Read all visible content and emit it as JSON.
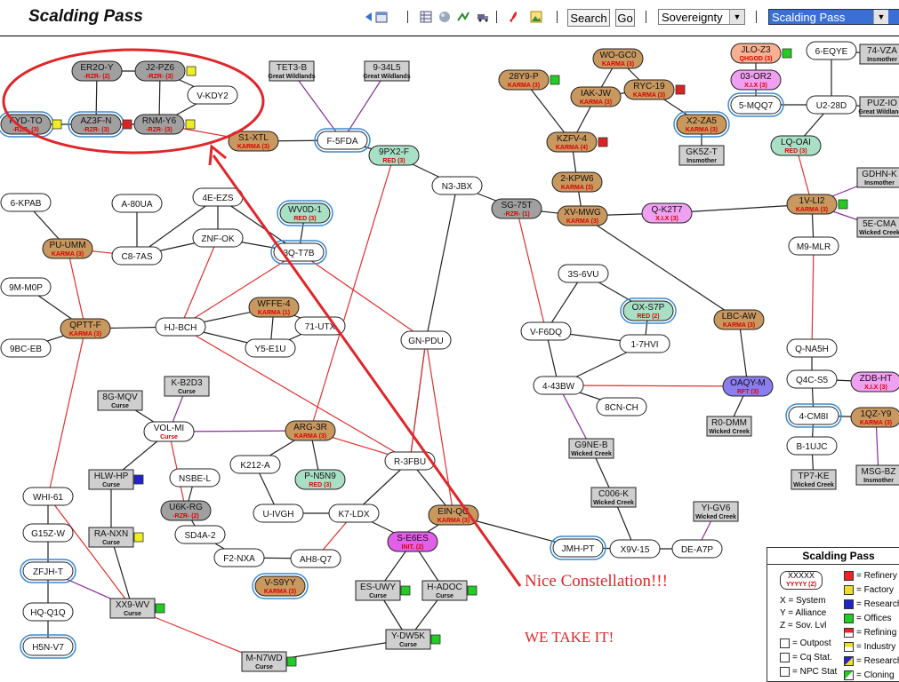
{
  "toolbar": {
    "title": "Scalding Pass",
    "search_label": "Search",
    "go_label": "Go",
    "filter_select": "Sovereignty",
    "region_select": "Scalding Pass",
    "icons": [
      "back-arrow-icon",
      "calendar-icon",
      "table-icon",
      "globe-icon",
      "route-icon",
      "truck-icon",
      "pdf-icon",
      "image-icon"
    ]
  },
  "annotations": {
    "note1": "Nice Constellation!!!",
    "note2": "WE TAKE IT!"
  },
  "colors": {
    "karma": "#c8985f",
    "rzr": "#a0a0a0",
    "red": "#a8e0c6",
    "xix": "#f0a0f0",
    "rft": "#8a7df0",
    "init": "#e060e8",
    "qhgod": "#f7b090",
    "annotation": "#e0262a"
  },
  "systems": [
    {
      "id": "ER2O-Y",
      "tag": "-RZR- (2)",
      "type": "rzr"
    },
    {
      "id": "J2-PZ6",
      "tag": "-RZR- (3)",
      "type": "rzr"
    },
    {
      "id": "V-KDY2",
      "tag": "",
      "type": "plain"
    },
    {
      "id": "FYD-TO",
      "tag": "-RZR- (3)",
      "type": "rzr"
    },
    {
      "id": "AZ3F-N",
      "tag": "-RZR- (3)",
      "type": "rzr"
    },
    {
      "id": "RNM-Y6",
      "tag": "-RZR- (3)",
      "type": "rzr"
    },
    {
      "id": "S1-XTL",
      "tag": "KARMA (3)",
      "type": "karma"
    },
    {
      "id": "F-5FDA",
      "tag": "",
      "type": "plain"
    },
    {
      "id": "9PX2-F",
      "tag": "RED (3)",
      "type": "red"
    },
    {
      "id": "N3-JBX",
      "tag": "",
      "type": "plain"
    },
    {
      "id": "28Y9-P",
      "tag": "KARMA (3)",
      "type": "karma"
    },
    {
      "id": "WO-GC0",
      "tag": "KARMA (3)",
      "type": "karma"
    },
    {
      "id": "IAK-JW",
      "tag": "KARMA (3)",
      "type": "karma"
    },
    {
      "id": "RYC-19",
      "tag": "KARMA (3)",
      "type": "karma"
    },
    {
      "id": "X2-ZA5",
      "tag": "KARMA (3)",
      "type": "karma"
    },
    {
      "id": "KZFV-4",
      "tag": "KARMA (4)",
      "type": "karma"
    },
    {
      "id": "2-KPW6",
      "tag": "KARMA (3)",
      "type": "karma"
    },
    {
      "id": "SG-75T",
      "tag": "-RZR- (1)",
      "type": "rzr"
    },
    {
      "id": "XV-MWG",
      "tag": "KARMA (3)",
      "type": "karma"
    },
    {
      "id": "Q-K2T7",
      "tag": "X.I.X (3)",
      "type": "xix"
    },
    {
      "id": "JLO-Z3",
      "tag": "QHGOD (3)",
      "type": "qhgod"
    },
    {
      "id": "6-EQYE",
      "tag": "",
      "type": "plain"
    },
    {
      "id": "03-OR2",
      "tag": "X.I.X (3)",
      "type": "xix"
    },
    {
      "id": "5-MQQ7",
      "tag": "",
      "type": "plain"
    },
    {
      "id": "U2-28D",
      "tag": "",
      "type": "plain"
    },
    {
      "id": "LQ-OAI",
      "tag": "RED (3)",
      "type": "red"
    },
    {
      "id": "1V-LI2",
      "tag": "KARMA (3)",
      "type": "karma"
    },
    {
      "id": "M9-MLR",
      "tag": "",
      "type": "plain"
    },
    {
      "id": "6-KPAB",
      "tag": "",
      "type": "plain"
    },
    {
      "id": "A-80UA",
      "tag": "",
      "type": "plain"
    },
    {
      "id": "4E-EZS",
      "tag": "",
      "type": "plain"
    },
    {
      "id": "WV0D-1",
      "tag": "RED (3)",
      "type": "red"
    },
    {
      "id": "PU-UMM",
      "tag": "KARMA (3)",
      "type": "karma"
    },
    {
      "id": "C8-7AS",
      "tag": "",
      "type": "plain"
    },
    {
      "id": "ZNF-OK",
      "tag": "",
      "type": "plain"
    },
    {
      "id": "3Q-T7B",
      "tag": "",
      "type": "plain"
    },
    {
      "id": "9M-M0P",
      "tag": "",
      "type": "plain"
    },
    {
      "id": "QPTT-F",
      "tag": "KARMA (3)",
      "type": "karma"
    },
    {
      "id": "HJ-BCH",
      "tag": "",
      "type": "plain"
    },
    {
      "id": "WFFE-4",
      "tag": "KARMA (1)",
      "type": "karma"
    },
    {
      "id": "71-UTX",
      "tag": "",
      "type": "plain"
    },
    {
      "id": "Y5-E1U",
      "tag": "",
      "type": "plain"
    },
    {
      "id": "9BC-EB",
      "tag": "",
      "type": "plain"
    },
    {
      "id": "GN-PDU",
      "tag": "",
      "type": "plain"
    },
    {
      "id": "3S-6VU",
      "tag": "",
      "type": "plain"
    },
    {
      "id": "OX-S7P",
      "tag": "RED (2)",
      "type": "red"
    },
    {
      "id": "V-F6DQ",
      "tag": "",
      "type": "plain"
    },
    {
      "id": "1-7HVI",
      "tag": "",
      "type": "plain"
    },
    {
      "id": "LBC-AW",
      "tag": "KARMA (3)",
      "type": "karma"
    },
    {
      "id": "4-43BW",
      "tag": "",
      "type": "plain"
    },
    {
      "id": "8CN-CH",
      "tag": "",
      "type": "plain"
    },
    {
      "id": "OAQY-M",
      "tag": "RFT (3)",
      "type": "rft"
    },
    {
      "id": "Q-NA5H",
      "tag": "",
      "type": "plain"
    },
    {
      "id": "Q4C-S5",
      "tag": "",
      "type": "plain"
    },
    {
      "id": "ZDB-HT",
      "tag": "X.I.X (3)",
      "type": "xix"
    },
    {
      "id": "4-CM8I",
      "tag": "",
      "type": "plain"
    },
    {
      "id": "1QZ-Y9",
      "tag": "KARMA (3)",
      "type": "karma"
    },
    {
      "id": "B-1UJC",
      "tag": "",
      "type": "plain"
    },
    {
      "id": "VOL-MI",
      "tag": "Curse",
      "type": "npc"
    },
    {
      "id": "ARG-3R",
      "tag": "KARMA (3)",
      "type": "karma"
    },
    {
      "id": "K212-A",
      "tag": "",
      "type": "plain"
    },
    {
      "id": "P-N5N9",
      "tag": "RED (3)",
      "type": "red"
    },
    {
      "id": "R-3FBU",
      "tag": "",
      "type": "plain"
    },
    {
      "id": "NSBE-L",
      "tag": "",
      "type": "plain"
    },
    {
      "id": "U6K-RG",
      "tag": "-RZR- (2)",
      "type": "rzr"
    },
    {
      "id": "SD4A-2",
      "tag": "",
      "type": "plain"
    },
    {
      "id": "U-IVGH",
      "tag": "",
      "type": "plain"
    },
    {
      "id": "K7-LDX",
      "tag": "",
      "type": "plain"
    },
    {
      "id": "EIN-QG",
      "tag": "KARMA (3)",
      "type": "karma"
    },
    {
      "id": "F2-NXA",
      "tag": "",
      "type": "plain"
    },
    {
      "id": "AH8-Q7",
      "tag": "",
      "type": "plain"
    },
    {
      "id": "S-E6ES",
      "tag": "INIT. (2)",
      "type": "init"
    },
    {
      "id": "V-S9YY",
      "tag": "KARMA (3)",
      "type": "karma"
    },
    {
      "id": "JMH-PT",
      "tag": "",
      "type": "plain"
    },
    {
      "id": "X9V-15",
      "tag": "",
      "type": "plain"
    },
    {
      "id": "DE-A7P",
      "tag": "",
      "type": "plain"
    },
    {
      "id": "WHI-61",
      "tag": "",
      "type": "plain"
    },
    {
      "id": "G15Z-W",
      "tag": "",
      "type": "plain"
    },
    {
      "id": "ZFJH-T",
      "tag": "",
      "type": "plain"
    },
    {
      "id": "HQ-Q1Q",
      "tag": "",
      "type": "plain"
    },
    {
      "id": "H5N-V7",
      "tag": "",
      "type": "plain"
    }
  ],
  "npc_systems": [
    {
      "id": "TET3-B",
      "faction": "Great Wildlands"
    },
    {
      "id": "9-34L5",
      "faction": "Great Wildlands"
    },
    {
      "id": "GK5Z-T",
      "faction": "Insmother"
    },
    {
      "id": "74-VZA",
      "faction": "Insmother"
    },
    {
      "id": "PUZ-IO",
      "faction": "Great Wildlands"
    },
    {
      "id": "GDHN-K",
      "faction": "Insmother"
    },
    {
      "id": "5E-CMA",
      "faction": "Wicked Creek"
    },
    {
      "id": "K-B2D3",
      "faction": "Curse"
    },
    {
      "id": "8G-MQV",
      "faction": "Curse"
    },
    {
      "id": "HLW-HP",
      "faction": "Curse"
    },
    {
      "id": "RA-NXN",
      "faction": "Curse"
    },
    {
      "id": "XX9-WV",
      "faction": "Curse"
    },
    {
      "id": "M-N7WD",
      "faction": "Curse"
    },
    {
      "id": "ES-UWY",
      "faction": "Curse"
    },
    {
      "id": "H-ADOC",
      "faction": "Curse"
    },
    {
      "id": "Y-DW5K",
      "faction": "Curse"
    },
    {
      "id": "G9NE-B",
      "faction": "Wicked Creek"
    },
    {
      "id": "C006-K",
      "faction": "Wicked Creek"
    },
    {
      "id": "YI-GV6",
      "faction": "Wicked Creek"
    },
    {
      "id": "R0-DMM",
      "faction": "Wicked Creek"
    },
    {
      "id": "TP7-KE",
      "faction": "Wicked Creek"
    },
    {
      "id": "MSG-BZ",
      "faction": "Insmother"
    }
  ],
  "legend": {
    "title": "Scalding Pass",
    "node_sample": "XXXXX",
    "node_sample_tag": "YYYYY (Z)",
    "keys": [
      "X = System",
      "Y = Alliance",
      "Z = Sov. Lvl"
    ],
    "outpost": "= Outpost",
    "cq": "= Cq Stat.",
    "npc": "= NPC Stat",
    "services": [
      "= Refinery",
      "= Factory",
      "= Research",
      "= Offices",
      "= Refining",
      "= Industry",
      "= Research",
      "= Cloning"
    ]
  }
}
